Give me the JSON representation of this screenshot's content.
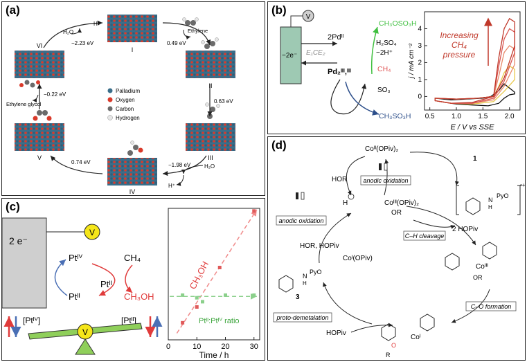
{
  "panel_a": {
    "label": "(a)",
    "states": [
      "I",
      "II",
      "III",
      "IV",
      "V",
      "VI"
    ],
    "energies": {
      "e1": "0.49 eV",
      "e2": "0.63 eV",
      "e3": "−1.98 eV",
      "e4": "0.74 eV",
      "e5": "−0.22 eV",
      "e6": "−2.23 eV"
    },
    "molecules": {
      "ethylene": "Ethylene",
      "h2o_top": "H₂O",
      "h2o_right": "H₂O",
      "hplus_top": "H⁺",
      "hplus_right": "H⁺",
      "glycol": "Ethylene glycol"
    },
    "legend": [
      {
        "name": "Palladium",
        "color": "#3a6e8a"
      },
      {
        "name": "Oxygen",
        "color": "#d93a2b"
      },
      {
        "name": "Carbon",
        "color": "#6b6b6b"
      },
      {
        "name": "Hydrogen",
        "color": "#e6e6e6"
      }
    ]
  },
  "panel_b": {
    "label": "(b)",
    "voltmeter": "V",
    "electrode": "−2e⁻",
    "mechanism": "E₁CE₂",
    "pd2": "2Pdᴵᴵ",
    "pd_center": "Pd₂ᴵᴵᴵ,ᴵᴵᴵ",
    "ch3oso3h": "CH₃OSO₃H",
    "h2so4": "H₂SO₄",
    "minus2h": "−2H⁺",
    "ch4": "CH₄",
    "so3": "SO₃",
    "ch3so3h": "CH₃SO₃H",
    "increasing": [
      "Increasing",
      "CH₄",
      "pressure"
    ],
    "ylabel": "j / mA cm⁻²",
    "xlabel": "E / V vs SSE"
  },
  "panel_c": {
    "label": "(c)",
    "electrons": "2 e⁻",
    "voltmeter": "V",
    "pt4": "Ptᴵⱽ",
    "pt2_mid": "Ptᴵᴵ",
    "pt2_left": "Ptᴵᴵ",
    "ch4": "CH₄",
    "ch3oh": "CH₃OH",
    "pt4_bracket": "[Ptᴵⱽ]",
    "pt2_bracket": "[Ptᴵᴵ]",
    "plot_ch3oh": "CH₃OH",
    "plot_ratio": "Ptᴵᴵ:Ptᴵⱽ ratio",
    "xlabel": "Time / h"
  },
  "panel_d": {
    "label": "(d)",
    "co2_top": "Coᴵᴵ(OPiv)₂",
    "one": "1",
    "hor_top": "HOR",
    "anodic1": "anodic oxidation",
    "co3_mid": "Coᴵᴵᴵ(OPiv)₂",
    "or_mid": "OR",
    "hplus": "H",
    "anodic2": "anodic oxidation",
    "two_hopiv": "2 HOPiv",
    "ch_cleavage": "C–H cleavage",
    "hor_hopiv": "HOR, HOPiv",
    "co1": "Coᴵ(OPiv)",
    "pyo_top": "PyO",
    "nh_top": "N",
    "h_top": "H",
    "radical": "•+",
    "pyo_left": "PyO",
    "n_left": "N",
    "h_left": "H",
    "three": "3",
    "co3_right": "Coᴵᴵᴵ",
    "or_right": "OR",
    "co_formation": "C–O formation",
    "proto": "proto-demetalation",
    "hopiv": "HOPiv",
    "co1_bottom": "Coᴵ",
    "o_bottom": "O",
    "r_bottom": "R"
  },
  "chart_data": [
    {
      "type": "line",
      "panel": "b",
      "xlabel": "E / V vs SSE",
      "ylabel": "j / mA cm⁻²",
      "xlim": [
        0.4,
        2.2
      ],
      "ylim": [
        -0.8,
        5
      ],
      "xticks": [
        0.5,
        1.0,
        1.5,
        2.0
      ],
      "yticks": [
        0,
        1,
        2,
        3,
        4
      ],
      "grid": false,
      "series": [
        {
          "color": "#111111",
          "x": [
            0.6,
            0.9,
            1.2,
            1.5,
            1.65,
            1.8,
            1.9,
            2.0,
            2.1,
            2.1,
            2.0,
            1.9,
            1.8,
            1.6,
            1.3,
            1.0,
            0.8,
            0.6
          ],
          "y": [
            -0.1,
            -0.2,
            -0.15,
            -0.1,
            0,
            0.35,
            0.75,
            0.5,
            0.25,
            0.15,
            0.1,
            -0.1,
            -0.4,
            -0.55,
            -0.5,
            -0.45,
            -0.35,
            -0.25
          ]
        },
        {
          "color": "#e8c84a",
          "x": [
            0.6,
            1.0,
            1.4,
            1.7,
            1.8,
            1.9,
            2.0,
            2.1,
            2.1,
            1.9,
            1.7,
            1.3,
            0.9,
            0.6
          ],
          "y": [
            -0.1,
            -0.15,
            -0.1,
            0,
            0.6,
            1.4,
            1.8,
            1.6,
            1.0,
            0.3,
            -0.3,
            -0.45,
            -0.4,
            -0.25
          ]
        },
        {
          "color": "#e8896b",
          "x": [
            0.6,
            1.0,
            1.4,
            1.7,
            1.8,
            1.9,
            2.0,
            2.1,
            2.1,
            1.9,
            1.7,
            1.3,
            0.9,
            0.6
          ],
          "y": [
            -0.1,
            -0.15,
            -0.1,
            0,
            1.2,
            2.6,
            3.0,
            2.8,
            1.9,
            0.6,
            -0.2,
            -0.4,
            -0.4,
            -0.25
          ]
        },
        {
          "color": "#d9534f",
          "x": [
            0.6,
            1.0,
            1.4,
            1.7,
            1.8,
            1.9,
            2.0,
            2.1,
            2.1,
            1.9,
            1.7,
            1.3,
            0.9,
            0.6
          ],
          "y": [
            -0.1,
            -0.15,
            -0.1,
            0,
            1.8,
            3.4,
            4.0,
            3.8,
            2.6,
            0.9,
            -0.1,
            -0.4,
            -0.4,
            -0.25
          ]
        },
        {
          "color": "#c0392b",
          "x": [
            0.6,
            1.0,
            1.4,
            1.7,
            1.8,
            1.9,
            2.0,
            2.1,
            2.1,
            1.9,
            1.7,
            1.3,
            0.9,
            0.6
          ],
          "y": [
            -0.1,
            -0.15,
            -0.1,
            0,
            2.3,
            4.0,
            4.6,
            4.4,
            3.0,
            1.1,
            0.0,
            -0.35,
            -0.4,
            -0.25
          ]
        }
      ]
    },
    {
      "type": "scatter",
      "panel": "c",
      "xlabel": "Time / h",
      "xlim": [
        0,
        32
      ],
      "xticks": [
        0,
        10,
        20,
        30
      ],
      "grid": false,
      "series": [
        {
          "name": "CH₃OH",
          "color": "#e05a5a",
          "x": [
            5,
            10,
            18,
            30
          ],
          "y": [
            0.13,
            0.25,
            0.55,
            0.98
          ],
          "trend": "dashed"
        },
        {
          "name": "Ptᴵᴵ:Ptᴵⱽ ratio",
          "color": "#8bd08b",
          "x": [
            5,
            10,
            12,
            20,
            30
          ],
          "y": [
            0.34,
            0.32,
            0.29,
            0.34,
            0.34
          ],
          "trend": "dashed"
        }
      ]
    }
  ]
}
